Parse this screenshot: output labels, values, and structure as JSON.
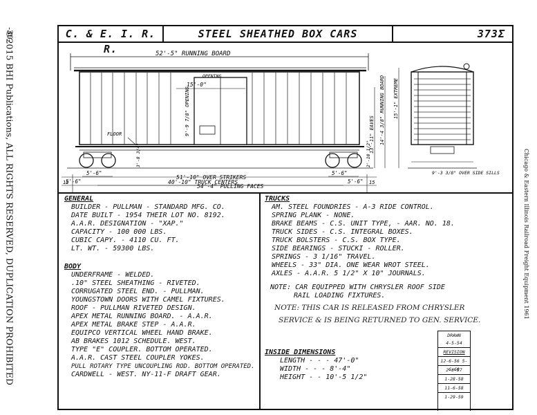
{
  "margin": {
    "page_number": "-30-",
    "copyright": "©2015 BHI Publications, ALL RIGHTS RESERVED, DUPLICATION PROHIBITED",
    "book_title": "Chicago & Eastern Illinois Railroad      Freight Equipment 1961"
  },
  "title_block": {
    "railroad": "C. & E. I. R. R.",
    "car_type": "STEEL SHEATHED BOX CARS",
    "series": "373Σ"
  },
  "drawing": {
    "running_board": "52'-5\" RUNNING BOARD",
    "door_offset": "15'-0\"",
    "opening": "OPENING",
    "door_height": "9'-9 7/8\" OPENING",
    "floor": "FLOOR",
    "floor_height": "3'-8 3/4\"",
    "eaves_height": "13'-11\" EAVES",
    "running_board_height": "14'-4 3/8\" RUNNING BOARD",
    "extreme_height": "15'-1\" EXTREME",
    "truck_wheelbase": "5'-6\"",
    "truck_centers": "40'-10\" TRUCK CENTERS",
    "over_strikers": "51'-10\" OVER STRIKERS",
    "pulling_faces": "54'-4\" PULLING FACES",
    "end_15": "15",
    "coupler_height": "2'-10 1/2\"",
    "side_sills": "9'-3 3/8\" OVER SIDE SILLS"
  },
  "general": {
    "heading": "GENERAL",
    "lines": [
      "BUILDER - PULLMAN - STANDARD MFG. CO.",
      "DATE BUILT - 1954    THEIR LOT NO. 8192.",
      "A.A.R. DESIGNATION - \"XAP.\"",
      "CAPACITY - 100 000 LBS.",
      "CUBIC CAPY. - 4110   CU. FT.",
      "LT. WT. - 59300 LBS."
    ]
  },
  "body": {
    "heading": "BODY",
    "lines": [
      "UNDERFRAME - WELDED.",
      ".10\" STEEL SHEATHING - RIVETED.",
      "CORRUGATED STEEL END. - PULLMAN.",
      "YOUNGSTOWN DOORS WITH CAMEL FIXTURES.",
      "ROOF - PULLMAN RIVETED DESIGN.",
      "APEX METAL RUNNING BOARD. - A.A.R.",
      "APEX METAL BRAKE STEP - A.A.R.",
      "EQUIPCO VERTICAL WHEEL HAND BRAKE.",
      "AB BRAKES 1012 SCHEDULE.   WEST.",
      "TYPE \"E\" COUPLER.  BOTTOM OPERATED.",
      "A.A.R. CAST STEEL COUPLER YOKES.",
      "PULL ROTARY TYPE UNCOUPLING ROD. BOTTOM OPERATED.",
      "CARDWELL - WEST.  NY-11-F  DRAFT GEAR."
    ]
  },
  "trucks": {
    "heading": "TRUCKS",
    "lines": [
      "AM. STEEL FOUNDRIES - A-3 RIDE CONTROL.",
      "SPRING PLANK - NONE.",
      "BRAKE BEAMS - C.S. UNIT TYPE, - AAR. NO. 18.",
      "TRUCK SIDES - C.S. INTEGRAL BOXES.",
      "TRUCK BOLSTERS - C.S. BOX TYPE.",
      "SIDE BEARINGS - STUCKI - ROLLER.",
      "SPRINGS - 3 1/16\" TRAVEL.",
      "WHEELS - 33\" DIA. ONE WEAR WROT STEEL.",
      "AXLES - A.A.R. 5 1/2\" X 10\" JOURNALS."
    ]
  },
  "notes": {
    "line1": "NOTE: CAR EQUIPPED WITH CHRYSLER ROOF SIDE",
    "line2": "RAIL LOADING FIXTURES.",
    "hand1": "NOTE: THIS CAR IS RELEASED FROM CHRYSLER",
    "hand2": "SERVICE & IS BEING RETURNED TO GEN. SERVICE."
  },
  "inside_dimensions": {
    "heading": "INSIDE DIMENSIONS",
    "length": "LENGTH - - - 47'-0\"",
    "width": "WIDTH - - - 8'-4\"",
    "height": "HEIGHT - - 10'-5 1/2\""
  },
  "revision_box": {
    "drawn_label": "DRAWN",
    "drawn_date": "4-5-54",
    "revision_label": "REVISION",
    "rows": [
      "12-6-56  5-6-60",
      "2-8-57",
      "1-28-58",
      "11-6-58",
      "1-29-59"
    ]
  }
}
